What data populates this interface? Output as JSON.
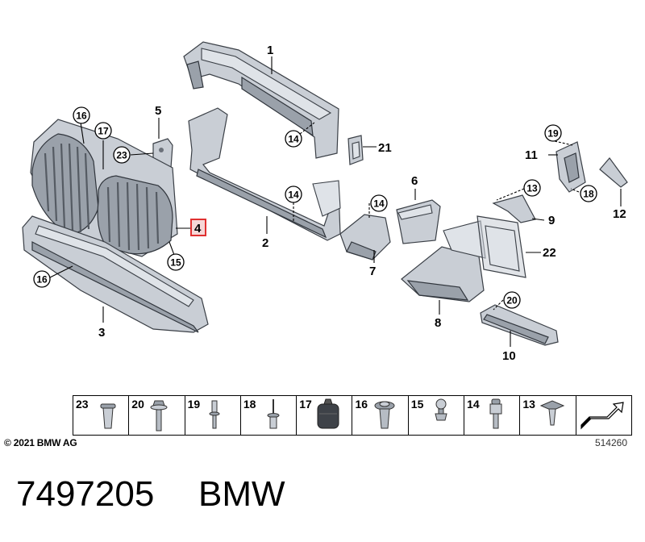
{
  "callouts": [
    {
      "id": "1",
      "text": "1",
      "circled": false
    },
    {
      "id": "2",
      "text": "2",
      "circled": false
    },
    {
      "id": "3",
      "text": "3",
      "circled": false
    },
    {
      "id": "4",
      "text": "4",
      "circled": false,
      "highlighted": true
    },
    {
      "id": "5",
      "text": "5",
      "circled": false
    },
    {
      "id": "6",
      "text": "6",
      "circled": false
    },
    {
      "id": "7",
      "text": "7",
      "circled": false
    },
    {
      "id": "8",
      "text": "8",
      "circled": false
    },
    {
      "id": "9",
      "text": "9",
      "circled": false
    },
    {
      "id": "10",
      "text": "10",
      "circled": false
    },
    {
      "id": "11",
      "text": "11",
      "circled": false
    },
    {
      "id": "12",
      "text": "12",
      "circled": false
    },
    {
      "id": "22",
      "text": "22",
      "circled": false
    },
    {
      "id": "21",
      "text": "21",
      "circled": false
    },
    {
      "id": "16a",
      "text": "16",
      "circled": true
    },
    {
      "id": "17",
      "text": "17",
      "circled": true
    },
    {
      "id": "23",
      "text": "23",
      "circled": true
    },
    {
      "id": "15",
      "text": "15",
      "circled": true
    },
    {
      "id": "16b",
      "text": "16",
      "circled": true
    },
    {
      "id": "14a",
      "text": "14",
      "circled": true
    },
    {
      "id": "14b",
      "text": "14",
      "circled": true
    },
    {
      "id": "14c",
      "text": "14",
      "circled": true
    },
    {
      "id": "13",
      "text": "13",
      "circled": true
    },
    {
      "id": "19",
      "text": "19",
      "circled": true
    },
    {
      "id": "18",
      "text": "18",
      "circled": true
    },
    {
      "id": "20",
      "text": "20",
      "circled": true
    }
  ],
  "fasteners": [
    {
      "number": "23",
      "icon": "push-rivet-icon"
    },
    {
      "number": "20",
      "icon": "flange-bolt-icon"
    },
    {
      "number": "19",
      "icon": "expanding-rivet-icon"
    },
    {
      "number": "18",
      "icon": "blind-rivet-icon"
    },
    {
      "number": "17",
      "icon": "rubber-mount-icon"
    },
    {
      "number": "16",
      "icon": "washer-screw-icon"
    },
    {
      "number": "15",
      "icon": "ball-stud-icon"
    },
    {
      "number": "14",
      "icon": "clip-screw-icon"
    },
    {
      "number": "13",
      "icon": "spreader-nut-icon"
    },
    {
      "number": "",
      "icon": "direction-arrow-icon"
    }
  ],
  "footer": {
    "copyright": "© 2021 BMW AG",
    "diagram_number": "514260",
    "part_number": "7497205",
    "brand": "BMW"
  },
  "colors": {
    "highlight": "#e03030",
    "part_fill": "#c9ced5",
    "outline": "#3a3f46"
  }
}
